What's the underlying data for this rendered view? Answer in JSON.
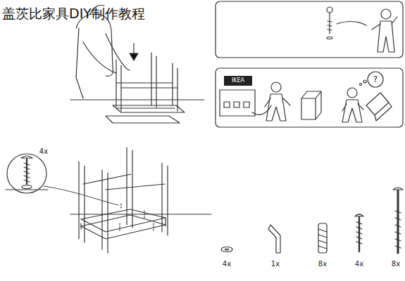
{
  "diagram": {
    "title": "盖茨比家具DIY制作教程",
    "labels": [
      "4x",
      "IKEA",
      "?",
      "4x",
      "1x",
      "8x",
      "4x",
      "8x"
    ]
  }
}
